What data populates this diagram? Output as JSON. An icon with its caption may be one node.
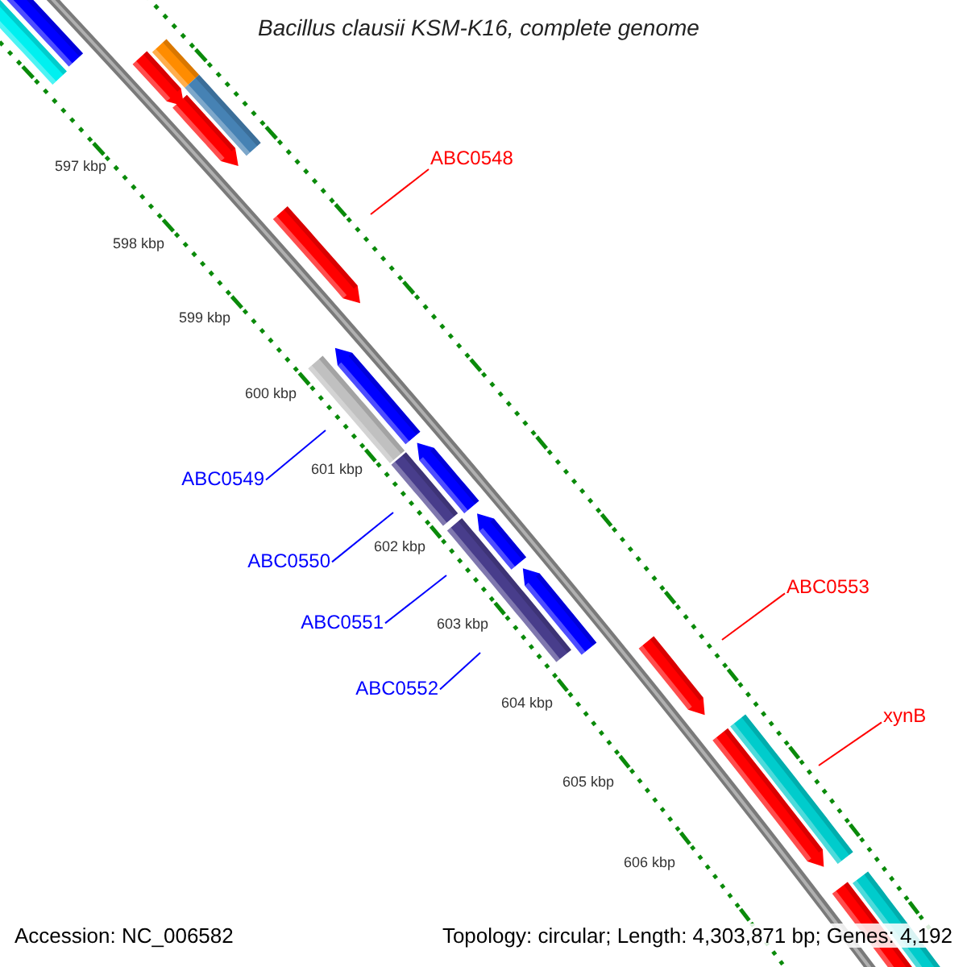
{
  "diagram": {
    "title": "Bacillus clausii KSM-K16, complete genome",
    "nodes": [
      {
        "text": [
          "ABC0548"
        ]
      },
      {
        "text": [
          "ABC0549"
        ]
      },
      {
        "text": [
          "ABC0550"
        ]
      },
      {
        "text": [
          "ABC0553"
        ]
      },
      {
        "text": [
          "ABC0551"
        ]
      },
      {
        "text": [
          "ABC0552"
        ]
      },
      {
        "text": [
          "xynB"
        ]
      }
    ],
    "edges": [
      {
        "from": 0,
        "to": null,
        "arrow": "none",
        "color": "#ff0000"
      },
      {
        "from": 1,
        "to": null,
        "arrow": "none"
      },
      {
        "from": 2,
        "to": null,
        "arrow": "none"
      },
      {
        "from": 3,
        "to": null,
        "arrow": "none",
        "color": "#ff0000"
      },
      {
        "from": 4,
        "to": null,
        "arrow": "none"
      },
      {
        "from": 5,
        "to": null,
        "arrow": "none"
      },
      {
        "from": 6,
        "to": null,
        "arrow": "none",
        "color": "#ff0000"
      }
    ],
    "labels": [
      "597 kbp",
      "598 kbp",
      "599 kbp",
      "600 kbp",
      "601 kbp",
      "602 kbp",
      "603 kbp",
      "604 kbp",
      "605 kbp",
      "606 kbp",
      "Accession: NC_006582",
      "Topology: circular; Length: 4,303,871 bp; Genes: 4,192"
    ]
  }
}
